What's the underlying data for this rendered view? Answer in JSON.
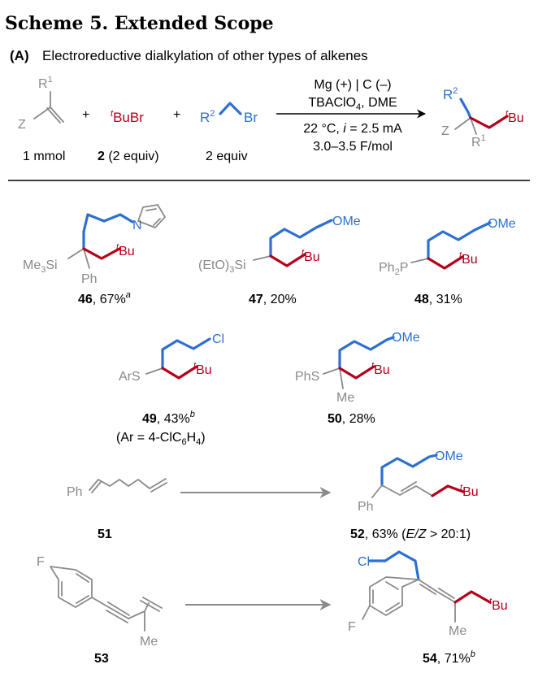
{
  "title": "Scheme 5. Extended Scope",
  "section_label": "(A)",
  "section_title": "Electroreductive dialkylation of other types of alkenes",
  "general": {
    "reagents_top1": "Mg (+) | C (–)",
    "reagents_top2a": "TBAClO",
    "reagents_top2sub": "4",
    "reagents_top2b": ", DME",
    "cond1a": "22 °C, ",
    "cond1i": "i",
    "cond1b": " = 2.5 mA",
    "cond2": "3.0–3.5 F/mol",
    "alkene_Z": "Z",
    "alkene_R": "R",
    "alkene_R_sup": "1",
    "plus": "+",
    "tbubr_sup": "t",
    "tbubr": "BuBr",
    "bromide_R": "R",
    "bromide_R_sup": "2",
    "bromide_Br": "Br",
    "below_alkene": "1 mmol",
    "below_tbubr_bold": "2",
    "below_tbubr": " (2 equiv)",
    "below_bromide": "2 equiv",
    "prod_R2": "R",
    "prod_R2_sup": "2",
    "prod_Z": "Z",
    "prod_R1": "R",
    "prod_R1_sup": "1",
    "prod_t": "t",
    "prod_Bu": "Bu"
  },
  "compounds": {
    "c46": {
      "num": "46",
      "yield": ", 67%",
      "sup": "a",
      "si": "Me",
      "si_sub": "3",
      "si2": "Si",
      "ph": "Ph",
      "n": "N"
    },
    "c47": {
      "num": "47",
      "yield": ", 20%",
      "grp": "(EtO)",
      "grp_sub": "3",
      "grp2": "Si",
      "ome": "OMe"
    },
    "c48": {
      "num": "48",
      "yield": ", 31%",
      "grp": "Ph",
      "grp_sub": "2",
      "grp2": "P",
      "ome": "OMe"
    },
    "c49": {
      "num": "49",
      "yield": ", 43%",
      "sup": "b",
      "note_a": "(Ar = 4-ClC",
      "note_sub1": "6",
      "note_b": "H",
      "note_sub2": "4",
      "note_c": ")",
      "grp": "ArS",
      "cl": "Cl"
    },
    "c50": {
      "num": "50",
      "yield": ", 28%",
      "grp": "PhS",
      "me": "Me",
      "ome": "OMe"
    },
    "c51": {
      "num": "51",
      "ph": "Ph"
    },
    "c52": {
      "num": "52",
      "yield": ", 63% (",
      "ez": "E/Z",
      "ez2": " > 20:1)",
      "ph": "Ph",
      "ome": "OMe"
    },
    "c53": {
      "num": "53",
      "f": "F",
      "me": "Me"
    },
    "c54": {
      "num": "54",
      "yield": ", 71%",
      "sup": "b",
      "cl": "Cl",
      "f": "F",
      "me": "Me"
    }
  },
  "tbu_t": "t",
  "tbu_bu": "Bu"
}
